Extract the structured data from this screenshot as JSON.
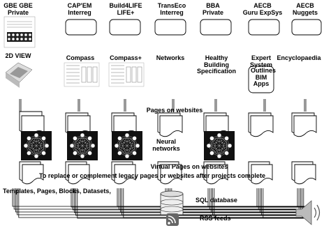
{
  "columns": [
    {
      "title1": "GBE GBE",
      "title2": "Private",
      "tile": "grid"
    },
    {
      "title1": "CAP'EM",
      "title2": "Interreg",
      "tile": "blank"
    },
    {
      "title1": "Build4LIFE",
      "title2": "LIFE+",
      "tile": "blank"
    },
    {
      "title1": "TransEco",
      "title2": "Interreg",
      "tile": "blank"
    },
    {
      "title1": "BBA",
      "title2": "Private",
      "tile": "blank"
    },
    {
      "title1": "AECB",
      "title2": "Guru ExpSys",
      "tile": "blank"
    },
    {
      "title1": "AECB",
      "title2": "Nuggets",
      "tile": "blank"
    }
  ],
  "row2": {
    "view_2d": "2D VIEW",
    "compass": "Compass",
    "compass_plus": "Compass+",
    "networks": "Networks",
    "healthy": [
      "Healthy",
      "Building",
      "Specification"
    ],
    "expert": [
      "Expert",
      "System"
    ],
    "encyclopaedia": "Encyclopaedia",
    "outlines_box": [
      "Outlines",
      "BIM",
      "Apps"
    ]
  },
  "labels": {
    "pages_on_websites": "Pages on websites",
    "neural_networks": [
      "Neural",
      "networks"
    ],
    "virtual_pages": "Virtual Pages on websites",
    "replace": "To replace or complement legacy pages or websites after projects complete",
    "templates": "Templates, Pages, Blocks, Datasets,",
    "sql_database": "SQL database",
    "rss_feeds": "RSS feeds"
  },
  "icons": {
    "database": "database-icon",
    "rss": "rss-icon",
    "speaker": "speaker-icon"
  }
}
